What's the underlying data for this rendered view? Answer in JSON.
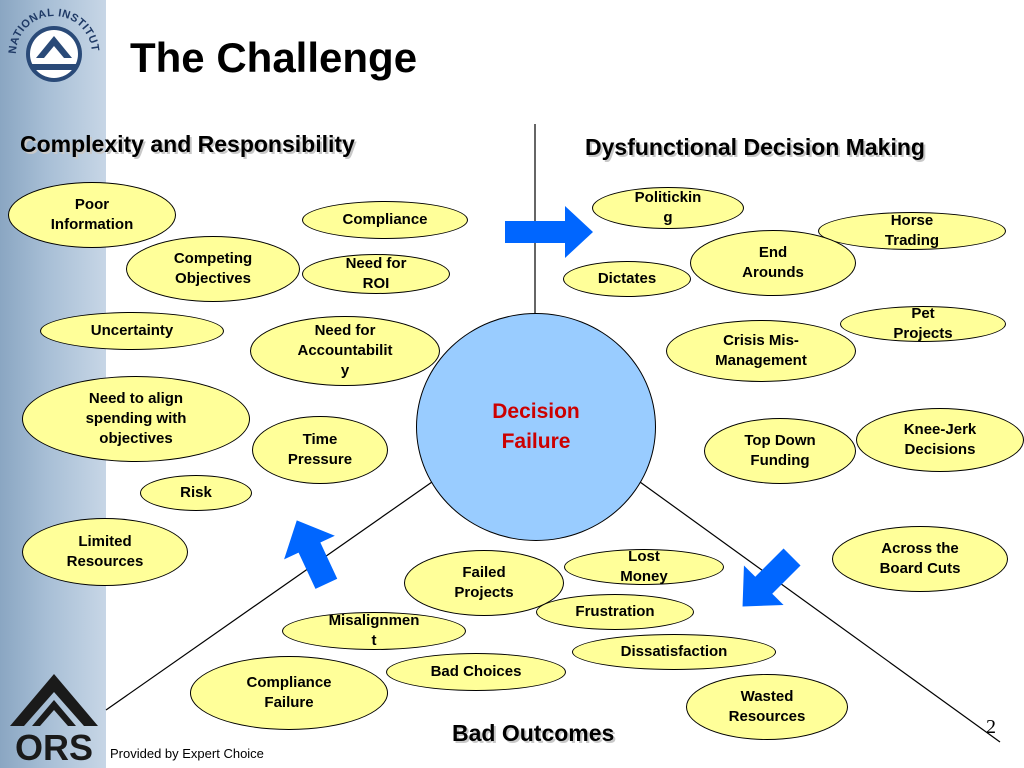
{
  "slide": {
    "title": "The Challenge",
    "page_number": "2",
    "footer": "Provided by Expert Choice"
  },
  "logos": {
    "nih": {
      "text": "NATIONAL INSTITUTES OF HEALTH"
    },
    "ors": {
      "text": "ORS"
    }
  },
  "headings": {
    "complexity": "Complexity and Responsibility",
    "dysfunctional": "Dysfunctional Decision Making",
    "outcomes": "Bad Outcomes"
  },
  "center": {
    "label": "Decision\nFailure"
  },
  "complexity_items": [
    "Poor\nInformation",
    "Compliance",
    "Competing\nObjectives",
    "Need for\nROI",
    "Uncertainty",
    "Need for\nAccountabilit\ny",
    "Need to align\nspending with\nobjectives",
    "Time\nPressure",
    "Risk",
    "Limited\nResources"
  ],
  "dysfunctional_items": [
    "Politickin\ng",
    "Horse\nTrading",
    "End\nArounds",
    "Dictates",
    "Pet\nProjects",
    "Crisis Mis-\nManagement",
    "Knee-Jerk\nDecisions",
    "Top Down\nFunding",
    "Across the\nBoard Cuts"
  ],
  "outcome_items": [
    "Failed\nProjects",
    "Lost\nMoney",
    "Frustration",
    "Misalignmen\nt",
    "Dissatisfaction",
    "Compliance\nFailure",
    "Bad Choices",
    "Wasted\nResources"
  ],
  "colors": {
    "oval_fill": "#ffff99",
    "center_fill": "#99ccff",
    "center_text": "#cc0000",
    "arrow": "#0066ff",
    "sidebar": "#a8bfd6"
  },
  "icons": [
    "nih-logo-icon",
    "ors-logo-icon",
    "arrow-right-icon",
    "arrow-down-left-icon",
    "arrow-up-left-icon"
  ]
}
